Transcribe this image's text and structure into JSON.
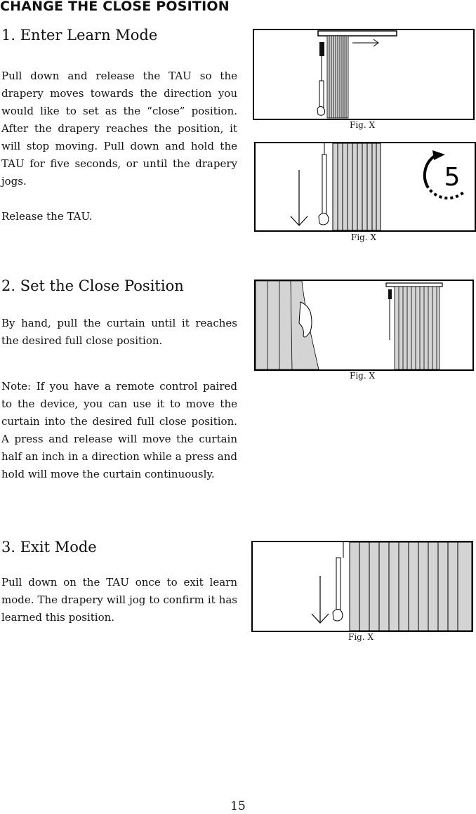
{
  "heading": "CHANGE THE CLOSE POSITION",
  "steps": [
    {
      "title": "1. Enter Learn Mode",
      "paragraphs": [
        "Pull down and release the TAU so the drapery moves towards the direction you would like to set as the “close” position. After the drapery reaches the position, it will stop moving. Pull down and hold the TAU for five seconds, or until the drapery jogs.",
        "Release the TAU."
      ],
      "figures": [
        {
          "caption": "Fig. X"
        },
        {
          "caption": "Fig. X",
          "count_label": "5"
        }
      ]
    },
    {
      "title": "2. Set the Close Position",
      "paragraphs": [
        "By hand, pull the curtain until it reaches the desired full close position.",
        "Note: If you have a remote control paired to the device, you can use it to move the curtain into the desired full close position. A press and release will move the curtain half an inch in a direction while a press and hold will move the curtain continuously."
      ],
      "figures": [
        {
          "caption": "Fig. X"
        }
      ]
    },
    {
      "title": "3. Exit Mode",
      "paragraphs": [
        "Pull down on the TAU once to exit learn mode. The drapery will jog to confirm it has learned this position."
      ],
      "figures": [
        {
          "caption": "Fig. X"
        }
      ]
    }
  ],
  "page_number": "15",
  "colors": {
    "curtain_fill": "#d4d4d4",
    "ink": "#111111"
  }
}
